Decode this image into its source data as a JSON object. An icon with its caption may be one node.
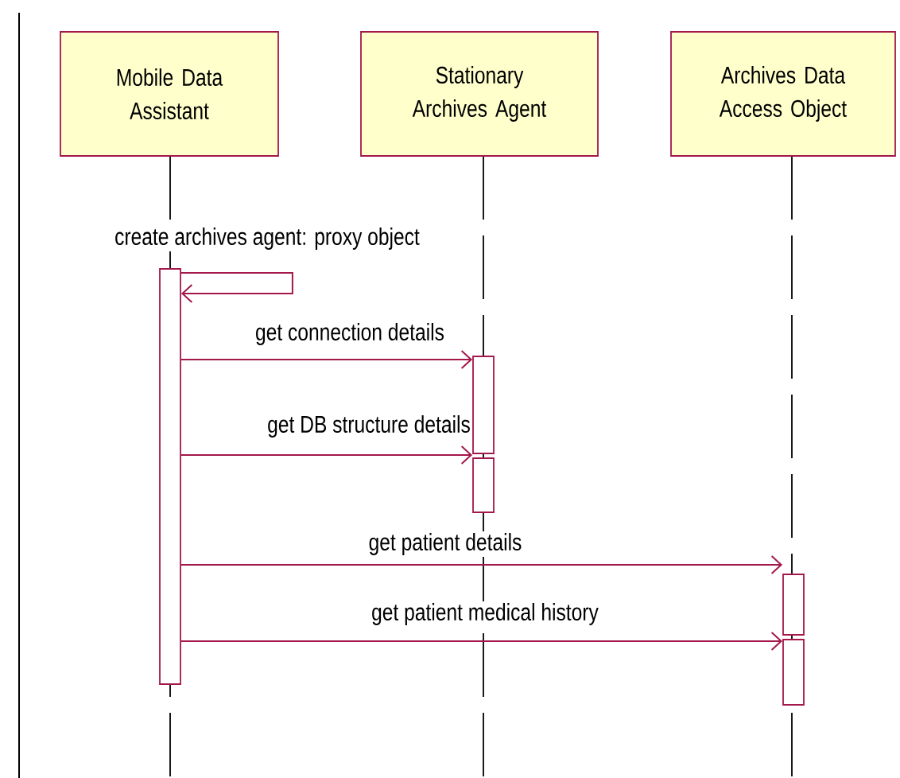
{
  "diagram": {
    "nodes": [
      {
        "text": [
          "Mobile Data Assistant"
        ]
      },
      {
        "text": [
          "Stationary Archives Agent"
        ]
      },
      {
        "text": [
          "Archives Data Access Object"
        ]
      },
      {
        "text": [],
        "shape": "bar"
      },
      {
        "text": [],
        "shape": "bar"
      },
      {
        "text": [],
        "shape": "bar"
      },
      {
        "text": [],
        "shape": "bar"
      },
      {
        "text": [],
        "shape": "bar"
      }
    ],
    "edges": [
      {
        "from": 3,
        "to": 3,
        "arrow": "to",
        "label": "create archives agent: proxy object"
      },
      {
        "from": 3,
        "to": 4,
        "arrow": "to",
        "label": "get connection details"
      },
      {
        "from": 3,
        "to": 5,
        "arrow": "to",
        "label": "get DB structure details"
      },
      {
        "from": 3,
        "to": 6,
        "arrow": "to",
        "label": "get patient details"
      },
      {
        "from": 3,
        "to": 7,
        "arrow": "to",
        "label": "get patient medical history"
      }
    ]
  }
}
